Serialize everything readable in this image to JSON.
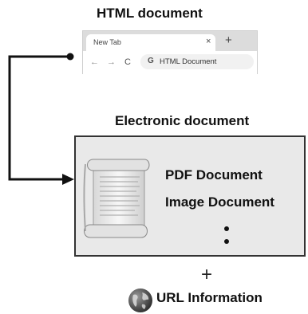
{
  "html_section": {
    "heading": "HTML document",
    "browser": {
      "tab_title": "New Tab",
      "close_glyph": "×",
      "new_tab_glyph": "+",
      "back_glyph": "←",
      "forward_glyph": "→",
      "reload_glyph": "C",
      "site_icon": "G",
      "address_text": "HTML Document"
    }
  },
  "electronic_section": {
    "heading": "Electronic document",
    "items": [
      "PDF Document",
      "Image Document"
    ],
    "icon": "scroll-document-icon"
  },
  "plus_sign": "+",
  "url_info": {
    "icon": "globe-icon",
    "label": "URL Information"
  }
}
